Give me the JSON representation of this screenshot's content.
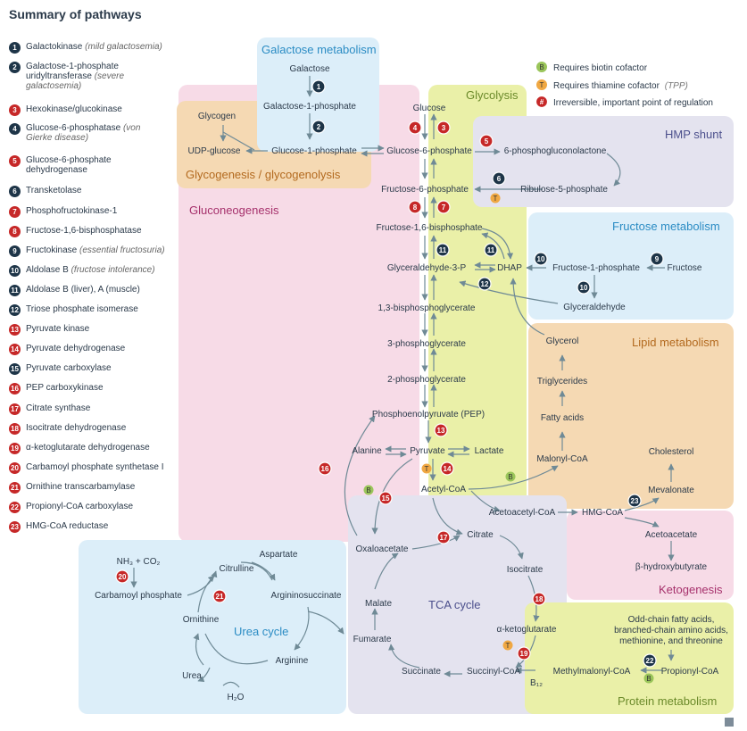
{
  "title": "Summary of pathways",
  "legend": [
    {
      "num": "1",
      "label": "Galactokinase",
      "note": "(mild galactosemia)"
    },
    {
      "num": "2",
      "label": "Galactose-1-phosphate uridyltransferase",
      "note": "(severe galactosemia)"
    },
    {
      "num": "3",
      "label": "Hexokinase/glucokinase",
      "note": ""
    },
    {
      "num": "4",
      "label": "Glucose-6-phosphatase",
      "note": "(von Gierke disease)"
    },
    {
      "num": "5",
      "label": "Glucose-6-phosphate dehydrogenase",
      "note": ""
    },
    {
      "num": "6",
      "label": "Transketolase",
      "note": ""
    },
    {
      "num": "7",
      "label": "Phosphofructokinase-1",
      "note": ""
    },
    {
      "num": "8",
      "label": "Fructose-1,6-bisphosphatase",
      "note": ""
    },
    {
      "num": "9",
      "label": "Fructokinase",
      "note": "(essential fructosuria)"
    },
    {
      "num": "10",
      "label": "Aldolase B",
      "note": "(fructose intolerance)"
    },
    {
      "num": "11",
      "label": "Aldolase B (liver), A (muscle)",
      "note": ""
    },
    {
      "num": "12",
      "label": "Triose phosphate isomerase",
      "note": ""
    },
    {
      "num": "13",
      "label": "Pyruvate kinase",
      "note": ""
    },
    {
      "num": "14",
      "label": "Pyruvate dehydrogenase",
      "note": ""
    },
    {
      "num": "15",
      "label": "Pyruvate carboxylase",
      "note": ""
    },
    {
      "num": "16",
      "label": "PEP carboxykinase",
      "note": ""
    },
    {
      "num": "17",
      "label": "Citrate synthase",
      "note": ""
    },
    {
      "num": "18",
      "label": "Isocitrate dehydrogenase",
      "note": ""
    },
    {
      "num": "19",
      "label": "α-ketoglutarate dehydrogenase",
      "note": ""
    },
    {
      "num": "20",
      "label": "Carbamoyl phosphate synthetase I",
      "note": ""
    },
    {
      "num": "21",
      "label": "Ornithine transcarbamylase",
      "note": ""
    },
    {
      "num": "22",
      "label": "Propionyl-CoA carboxylase",
      "note": ""
    },
    {
      "num": "23",
      "label": "HMG-CoA reductase",
      "note": ""
    }
  ],
  "key": {
    "biotin_mark": "B",
    "biotin": "Requires biotin cofactor",
    "thiamine_mark": "T",
    "thiamine": "Requires thiamine cofactor",
    "thiamine_note": "(TPP)",
    "reg_mark": "#",
    "reg": "Irreversible, important point of regulation"
  },
  "regions": {
    "galactose": "Galactose metabolism",
    "glycolysis": "Glycolysis",
    "glycogen": "Glycogenesis / glycogenolysis",
    "hmp": "HMP shunt",
    "gluconeo": "Gluconeogenesis",
    "fructose": "Fructose metabolism",
    "lipid": "Lipid metabolism",
    "ketogenesis": "Ketogenesis",
    "tca": "TCA cycle",
    "urea": "Urea cycle",
    "protein": "Protein metabolism"
  },
  "metabolites": {
    "galactose": "Galactose",
    "gal1p": "Galactose-1-phosphate",
    "glycogen": "Glycogen",
    "udpglc": "UDP-glucose",
    "g1p": "Glucose-1-phosphate",
    "glucose": "Glucose",
    "g6p": "Glucose-6-phosphate",
    "pgl": "6-phosphogluconolactone",
    "ru5p": "Ribulose-5-phosphate",
    "f6p": "Fructose-6-phosphate",
    "f16bp": "Fructose-1,6-bisphosphate",
    "g3p": "Glyceraldehyde-3-P",
    "dhap": "DHAP",
    "f1p": "Fructose-1-phosphate",
    "fructose": "Fructose",
    "glyceraldehyde": "Glyceraldehyde",
    "bpg": "1,3-bisphosphoglycerate",
    "pg3": "3-phosphoglycerate",
    "pg2": "2-phosphoglycerate",
    "pep": "Phosphoenolpyruvate (PEP)",
    "glycerol": "Glycerol",
    "tg": "Triglycerides",
    "fa": "Fatty acids",
    "malonyl": "Malonyl-CoA",
    "cholesterol": "Cholesterol",
    "alanine": "Alanine",
    "pyruvate": "Pyruvate",
    "lactate": "Lactate",
    "acetylcoa": "Acetyl-CoA",
    "mevalonate": "Mevalonate",
    "acetoacetylcoa": "Acetoacetyl-CoA",
    "hmgcoa": "HMG-CoA",
    "acetoacetate": "Acetoacetate",
    "bhb": "β-hydroxybutyrate",
    "oaa": "Oxaloacetate",
    "citrate": "Citrate",
    "isocitrate": "Isocitrate",
    "malate": "Malate",
    "akg": "α-ketoglutarate",
    "fumarate": "Fumarate",
    "succinylcoa": "Succinyl-CoA",
    "succinate": "Succinate",
    "methylmalonyl": "Methylmalonyl-CoA",
    "propionyl": "Propionyl-CoA",
    "b12": "B₁₂",
    "oddchain1": "Odd-chain fatty acids,",
    "oddchain2": "branched-chain amino acids,",
    "oddchain3": "methionine, and threonine",
    "nh3": "NH₃ + CO₂",
    "carbamoyl": "Carbamoyl phosphate",
    "citrulline": "Citrulline",
    "aspartate": "Aspartate",
    "argsucc": "Argininosuccinate",
    "ornithine": "Ornithine",
    "arginine": "Arginine",
    "urea": "Urea",
    "h2o": "H₂O"
  },
  "colors": {
    "galactose_bg": "#dceef9",
    "glycolysis_bg": "#eaf0a8",
    "glycogen_bg": "#f5d9b3",
    "hmp_bg": "#e4e3ef",
    "gluconeo_bg": "#f7dbe7",
    "fructose_bg": "#dceef9",
    "lipid_bg": "#f5d9b3",
    "keto_bg": "#f7dbe7",
    "tca_bg": "#e4e3ef",
    "urea_bg": "#dceef9",
    "protein_bg": "#eaf0a8",
    "reg_red": "#c62828",
    "enzyme_dark": "#1e3548",
    "biotin": "#9ac55a",
    "thiamine": "#f0a843",
    "blue_title": "#2b8cc4",
    "arrow": "#6f8a96"
  },
  "corner_icon": "logo-icon"
}
